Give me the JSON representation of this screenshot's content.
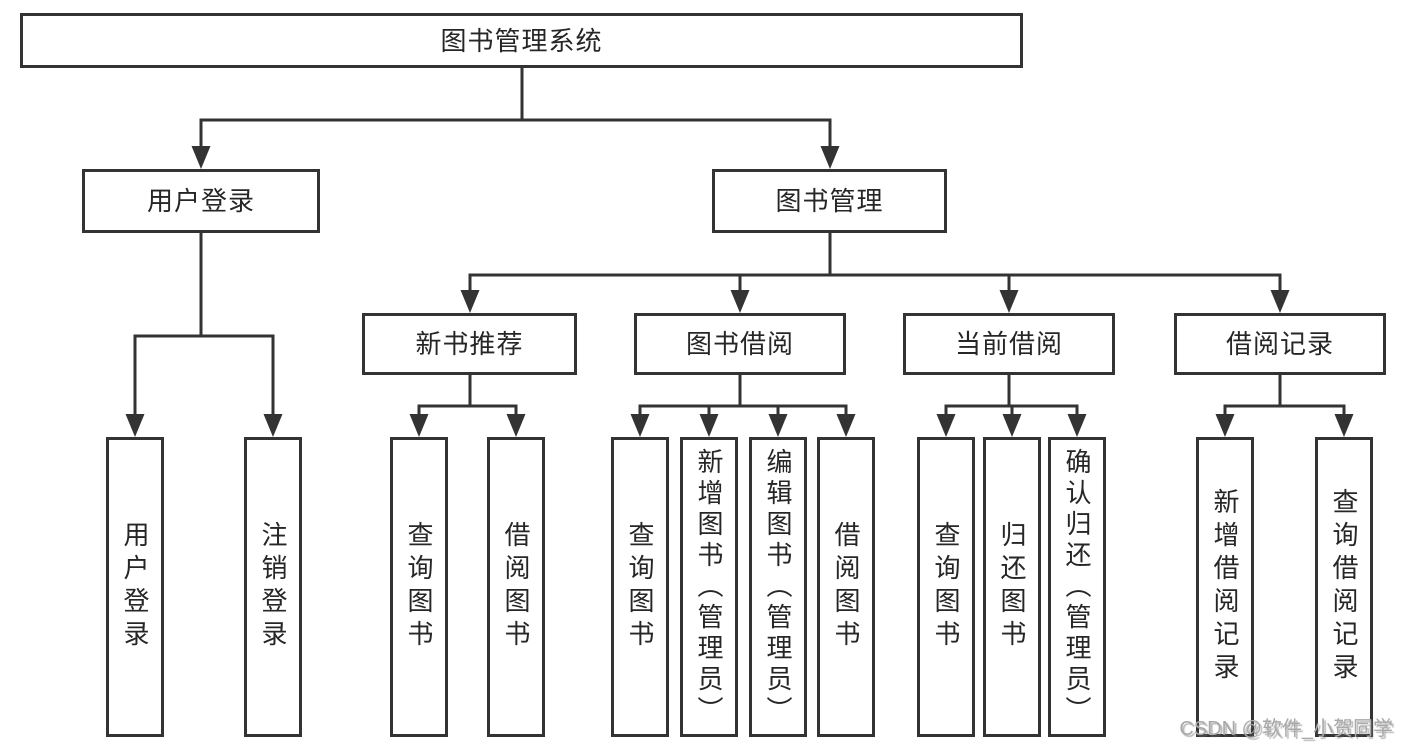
{
  "tree": {
    "root": {
      "label": "图书管理系统"
    },
    "branches": [
      {
        "label": "用户登录",
        "children": [
          {
            "label": "用户登录"
          },
          {
            "label": "注销登录"
          }
        ]
      },
      {
        "label": "图书管理",
        "children": [
          {
            "label": "新书推荐",
            "children": [
              {
                "label": "查询图书"
              },
              {
                "label": "借阅图书"
              }
            ]
          },
          {
            "label": "图书借阅",
            "children": [
              {
                "label": "查询图书"
              },
              {
                "label": "新增图书（管理员）"
              },
              {
                "label": "编辑图书（管理员）"
              },
              {
                "label": "借阅图书"
              }
            ]
          },
          {
            "label": "当前借阅",
            "children": [
              {
                "label": "查询图书"
              },
              {
                "label": "归还图书"
              },
              {
                "label": "确认归还（管理员）"
              }
            ]
          },
          {
            "label": "借阅记录",
            "children": [
              {
                "label": "新增借阅记录"
              },
              {
                "label": "查询借阅记录"
              }
            ]
          }
        ]
      }
    ]
  },
  "watermark": {
    "text": "CSDN @软件_小贺同学"
  },
  "colors": {
    "line": "#333333",
    "box_border": "#333333",
    "box_background": "#ffffff",
    "text": "#262626",
    "watermark": "#a9a9a9",
    "page_background": "#ffffff"
  }
}
